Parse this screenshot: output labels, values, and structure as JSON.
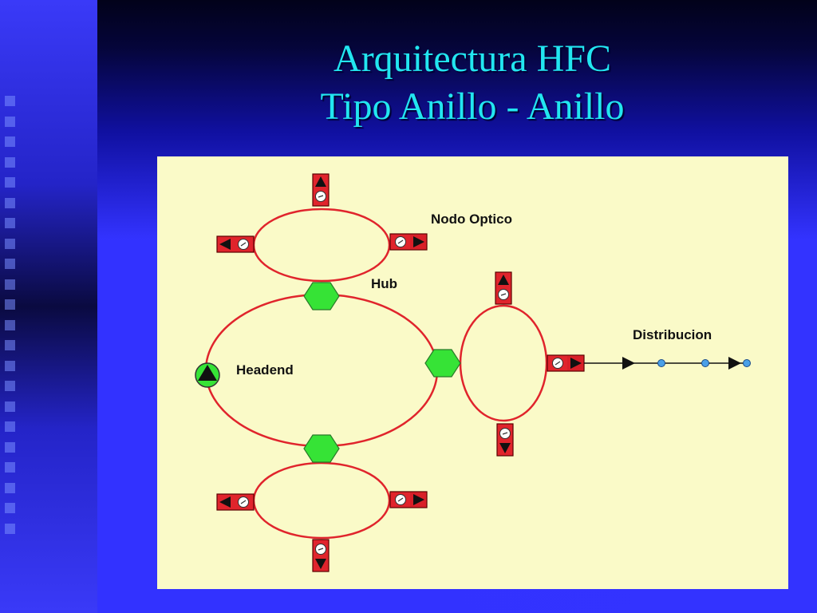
{
  "slide": {
    "title_line1": "Arquitectura HFC",
    "title_line2": "Tipo Anillo - Anillo"
  },
  "diagram": {
    "labels": {
      "nodo_optico": "Nodo Optico",
      "hub": "Hub",
      "headend": "Headend",
      "distribucion": "Distribucion"
    },
    "colors": {
      "background": "#fafac8",
      "ring": "#e0242c",
      "hub": "#36e336",
      "node_box": "#e0242c",
      "tap": "#4aa0e8"
    },
    "icons": [
      "headend-icon",
      "hub-icon",
      "optical-node-icon",
      "distribution-tap-icon"
    ]
  }
}
